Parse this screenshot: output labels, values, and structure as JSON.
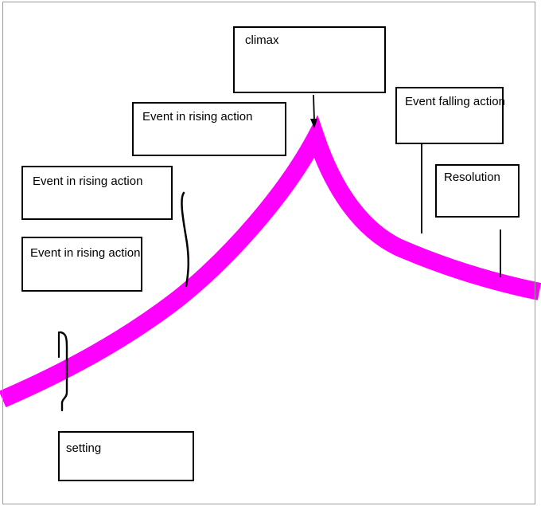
{
  "diagram": {
    "type": "plot-structure-story-mountain",
    "curve_color": "#ff00ff",
    "line_color": "#000000",
    "page_border_color": "#9b9b9b",
    "boxes": {
      "climax": "climax",
      "rising_top": "Event in rising action",
      "rising_middle": "Event in rising action",
      "rising_bottom": "Event in rising action",
      "falling": "Event falling action",
      "resolution": "Resolution",
      "setting": "setting"
    }
  }
}
